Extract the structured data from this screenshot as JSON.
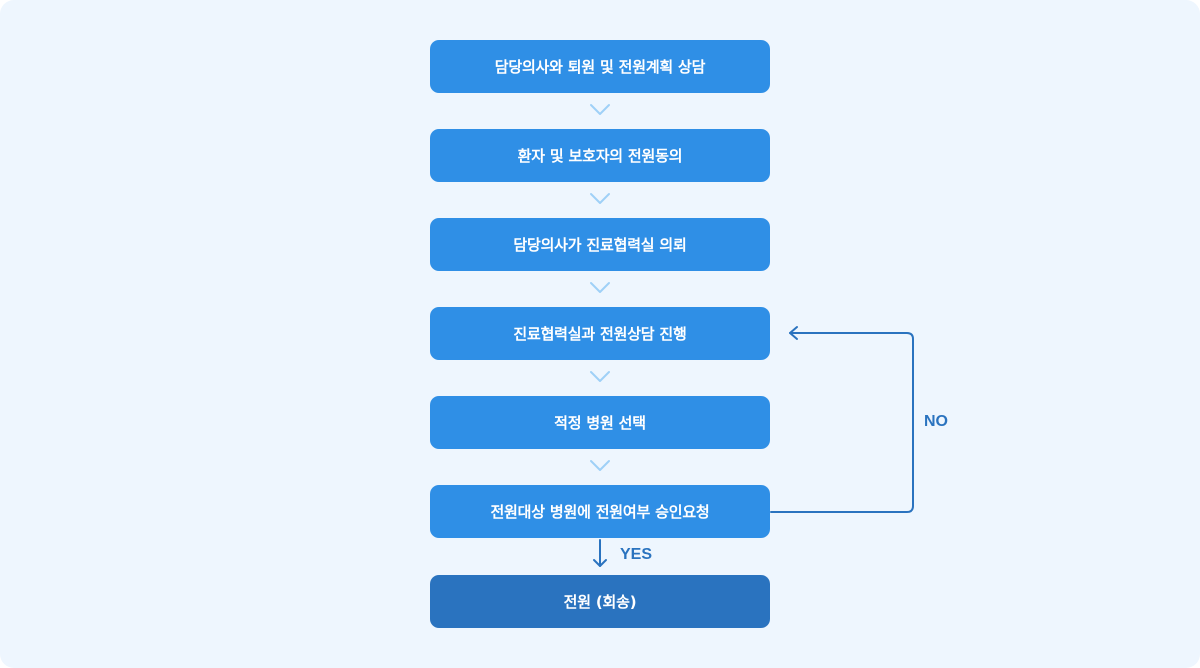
{
  "steps": [
    {
      "label": "담당의사와 퇴원 및 전원계획 상담"
    },
    {
      "label": "환자 및 보호자의 전원동의"
    },
    {
      "label": "담당의사가 진료협력실 의뢰"
    },
    {
      "label": "진료협력실과 전원상담 진행"
    },
    {
      "label": "적정 병원 선택"
    },
    {
      "label": "전원대상 병원에 전원여부 승인요청"
    },
    {
      "label": "전원 (회송)"
    }
  ],
  "labels": {
    "no": "NO",
    "yes": "YES"
  },
  "colors": {
    "background": "#eef6fe",
    "step": "#2f8fe6",
    "final_step": "#2a73bf",
    "chevron": "#9fd0f7",
    "loop_line": "#2a73bf"
  }
}
